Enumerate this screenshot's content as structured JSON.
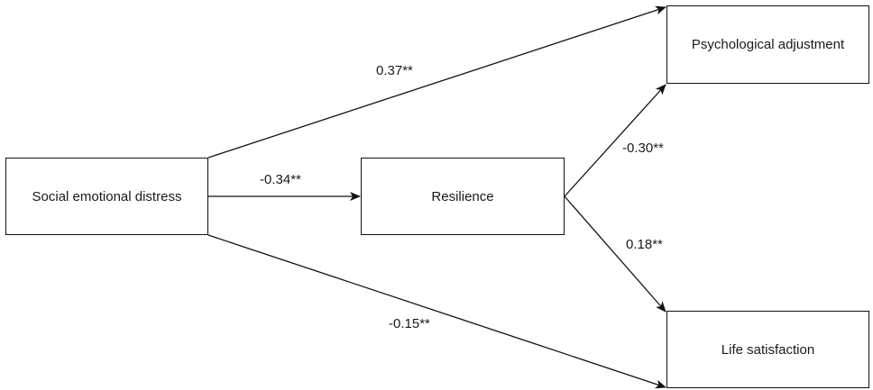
{
  "nodes": {
    "distress": "Social emotional distress",
    "resilience": "Resilience",
    "adjustment": "Psychological adjustment",
    "satisfaction": "Life satisfaction"
  },
  "paths": {
    "distress_to_adjustment": "0.37**",
    "distress_to_resilience": "-0.34**",
    "distress_to_satisfaction": "-0.15**",
    "resilience_to_adjustment": "-0.30**",
    "resilience_to_satisfaction": "0.18**"
  },
  "colors": {
    "line": "#111111"
  }
}
